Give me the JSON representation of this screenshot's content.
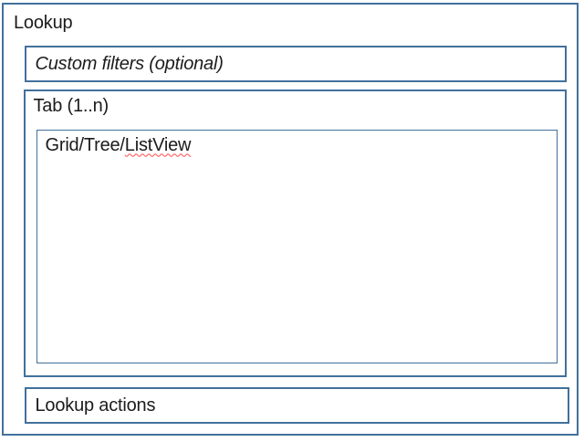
{
  "diagram": {
    "outer_label": "Lookup",
    "custom_filters_label": "Custom filters (optional)",
    "tab_label": "Tab (1..n)",
    "grid_label_prefix": "Grid/Tree/",
    "grid_label_misspelled": "ListView",
    "actions_label": "Lookup actions",
    "colors": {
      "border": "#41719C",
      "text": "#1b1b1b",
      "background": "#ffffff",
      "spellcheck_squiggle": "#ff4a4a"
    }
  }
}
